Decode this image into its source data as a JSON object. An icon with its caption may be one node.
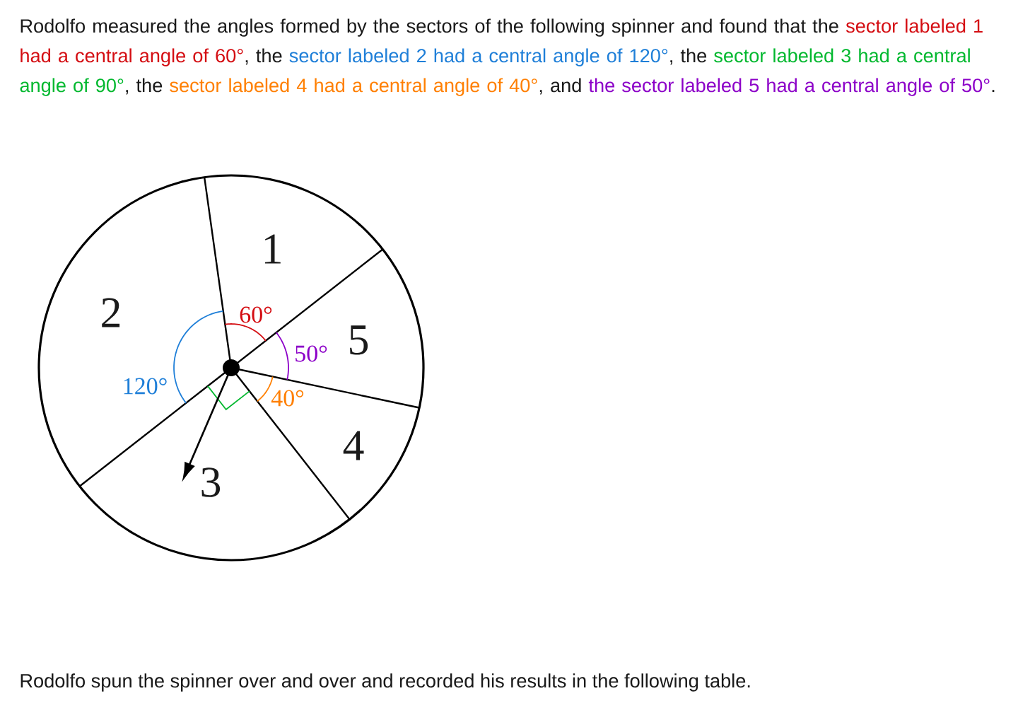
{
  "diagram": {
    "labels": [
      "Rodolfo measured the angles formed by the sectors of the following spinner and found that the",
      "sector labeled 1 had a central angle of 60°",
      ", the",
      "sector labeled 2 had a central angle of 120°",
      ", the",
      "sector labeled 3 had a central angle of 90°",
      ", the",
      "sector labeled 4 had a central angle of 40°",
      ", and",
      "the sector labeled 5 had a central angle of 50°",
      ".",
      "1",
      "2",
      "60°",
      "5",
      "120°",
      "50°",
      "40°",
      "4",
      "3",
      "Rodolfo spun the spinner over and over and recorded his results in the following table."
    ]
  }
}
